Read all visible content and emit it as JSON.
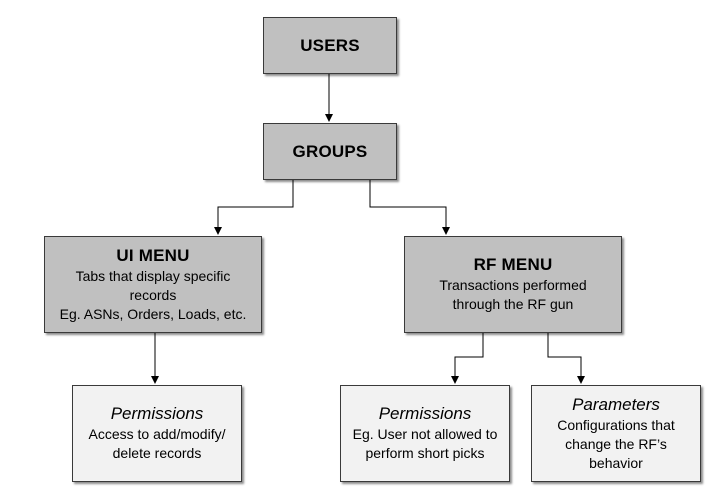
{
  "nodes": {
    "users": {
      "title": "USERS"
    },
    "groups": {
      "title": "GROUPS"
    },
    "ui_menu": {
      "title": "UI MENU",
      "lines": [
        "Tabs that display specific",
        "records",
        "Eg. ASNs, Orders, Loads, etc."
      ]
    },
    "rf_menu": {
      "title": "RF MENU",
      "lines": [
        "Transactions performed",
        "through the RF gun"
      ]
    },
    "ui_permissions": {
      "title": "Permissions",
      "lines": [
        "Access to add/modify/",
        "delete records"
      ]
    },
    "rf_permissions": {
      "title": "Permissions",
      "lines": [
        "Eg. User not allowed to",
        "perform short picks"
      ]
    },
    "rf_parameters": {
      "title": "Parameters",
      "lines": [
        "Configurations that",
        "change the RF’s",
        "behavior"
      ]
    }
  },
  "colors": {
    "box_dark": "#c0c0c0",
    "box_light": "#f2f2f2",
    "border": "#3a3a3a",
    "connector": "#000000"
  }
}
